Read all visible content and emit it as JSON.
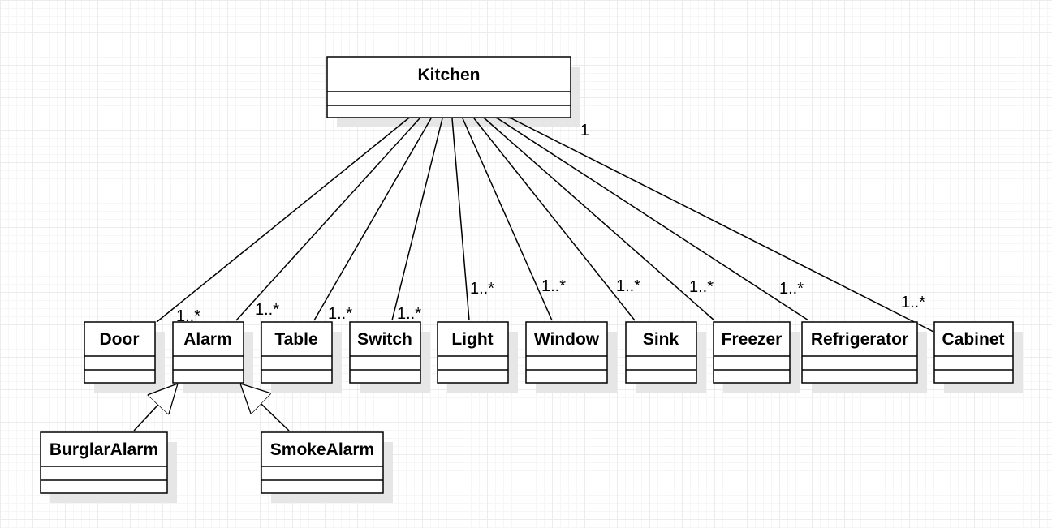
{
  "classes": {
    "kitchen": "Kitchen",
    "door": "Door",
    "alarm": "Alarm",
    "table": "Table",
    "switch": "Switch",
    "light": "Light",
    "window": "Window",
    "sink": "Sink",
    "freezer": "Freezer",
    "refrigerator": "Refrigerator",
    "cabinet": "Cabinet",
    "burglar_alarm": "BurglarAlarm",
    "smoke_alarm": "SmokeAlarm"
  },
  "multiplicities": {
    "kitchen": "1",
    "door": "1..*",
    "alarm": "1..*",
    "table": "1..*",
    "switch": "1..*",
    "light": "1..*",
    "window": "1..*",
    "sink": "1..*",
    "freezer": "1..*",
    "refrigerator": "1..*",
    "cabinet": "1..*"
  },
  "colors": {
    "line": "#000000",
    "shadow": "#e6e6e6",
    "fill": "#ffffff"
  }
}
